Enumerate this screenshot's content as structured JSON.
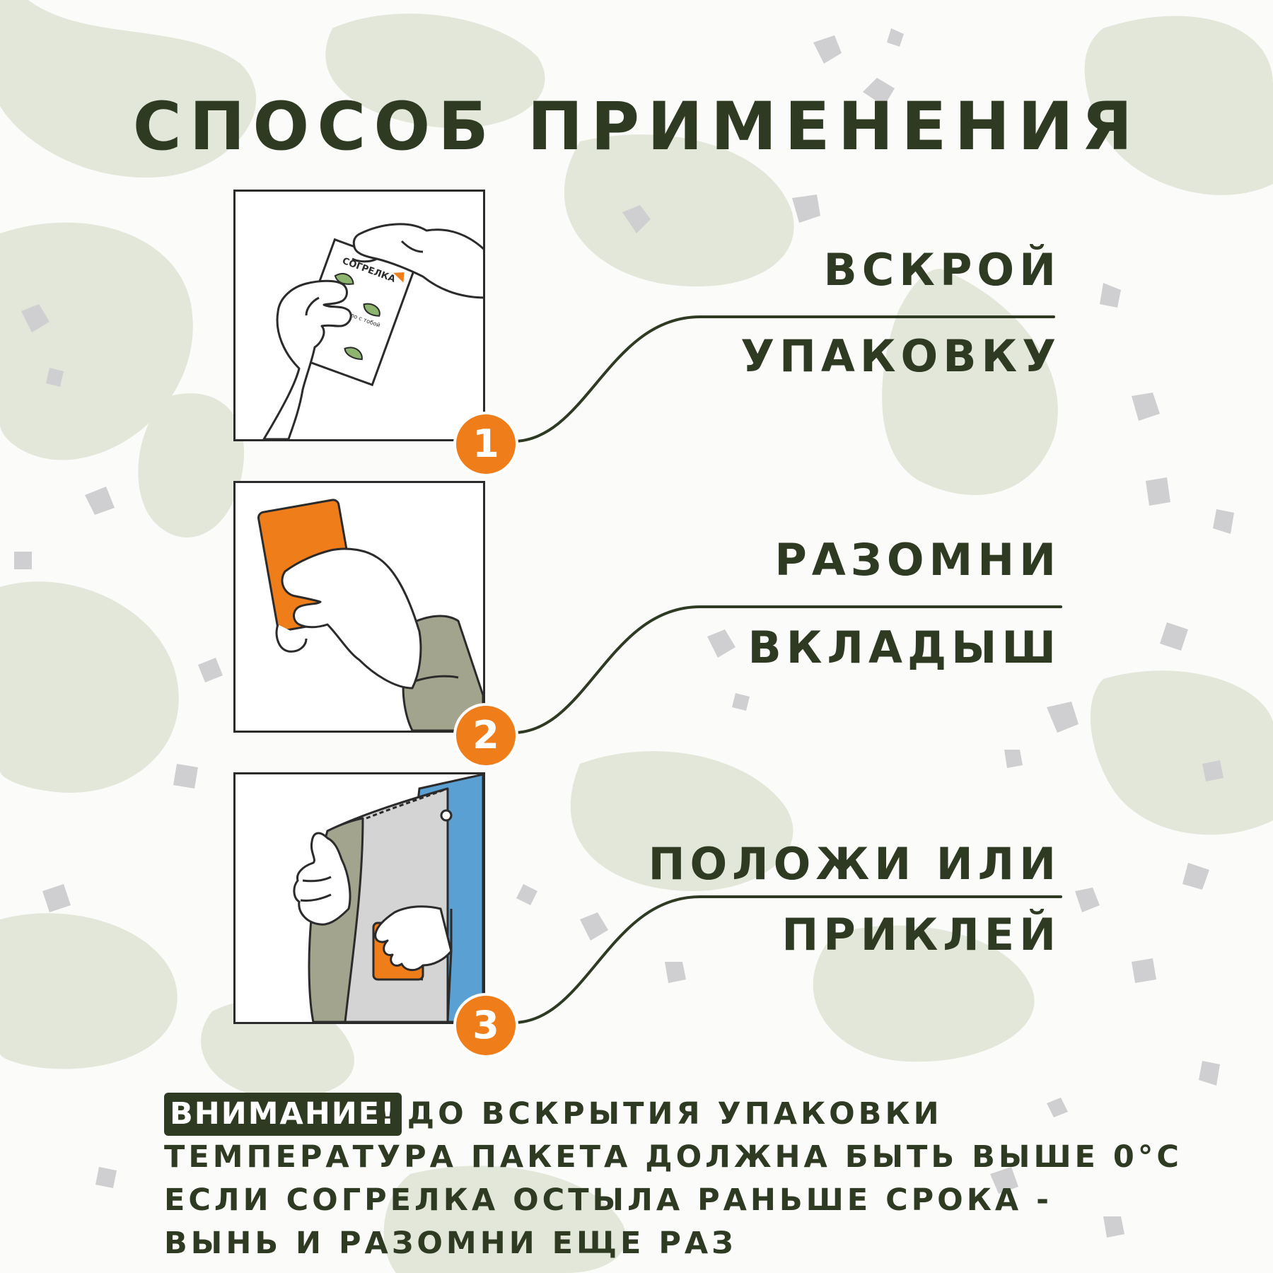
{
  "title": "СПОСОБ ПРИМЕНЕНИЯ",
  "steps": [
    {
      "number": "1",
      "line1": "ВСКРОЙ",
      "line2": "УПАКОВКУ",
      "package_brand": "СОГРЕЛКА",
      "package_tagline": "ваше тепло с тобой"
    },
    {
      "number": "2",
      "line1": "РАЗОМНИ",
      "line2": "ВКЛАДЫШ"
    },
    {
      "number": "3",
      "line1": "ПОЛОЖИ ИЛИ",
      "line2": "ПРИКЛЕЙ"
    }
  ],
  "warning": {
    "badge": "ВНИМАНИЕ!",
    "lines": [
      "ДО ВСКРЫТИЯ УПАКОВКИ",
      "ТЕМПЕРАТУРА ПАКЕТА ДОЛЖНА БЫТЬ ВЫШЕ 0°С",
      "ЕСЛИ СОГРЕЛКА ОСТЫЛА РАНЬШЕ СРОКА -",
      "ВЫНЬ И РАЗОМНИ ЕЩЕ РАЗ"
    ]
  },
  "colors": {
    "text": "#2f3a22",
    "accent": "#ef7d1a",
    "camo_green": "#dfe5d6",
    "camo_grey": "#c9c9cb",
    "sleeve": "#a3a48d",
    "shirt_blue": "#5aa0d2"
  }
}
